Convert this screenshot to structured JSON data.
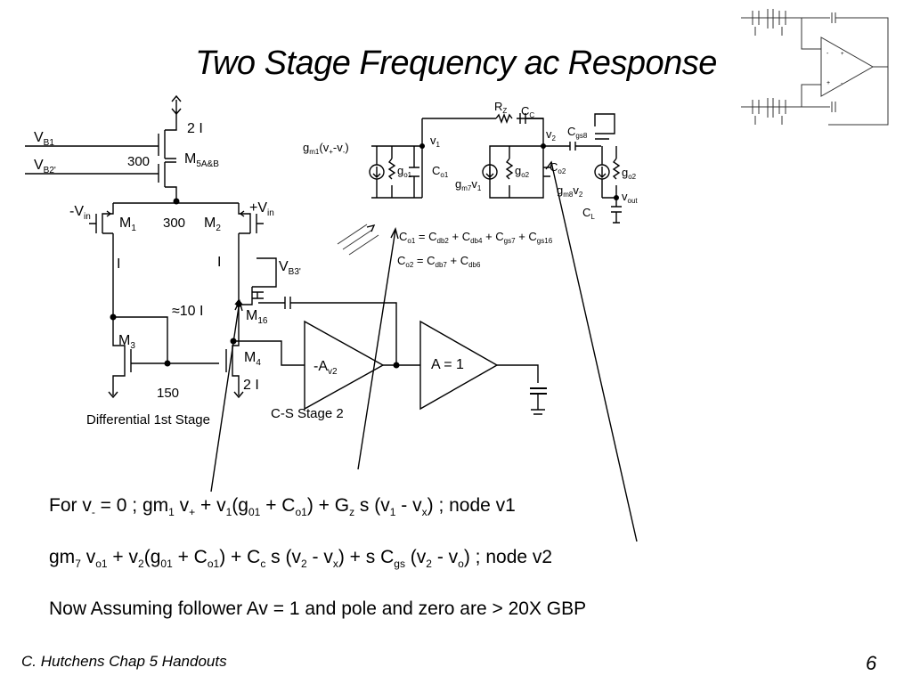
{
  "slide": {
    "title": "Two Stage Frequency ac Response",
    "footer_left": "C. Hutchens Chap 5 Handouts",
    "page_number": "6"
  },
  "circuit_left": {
    "vb1": [
      "V",
      "B1"
    ],
    "vb2": [
      "V",
      "B2'"
    ],
    "vb3": [
      "V",
      "B3'"
    ],
    "current_top": "2 I",
    "ratio_300_top": "300",
    "m5_label": [
      "M",
      "5A&B"
    ],
    "neg_vin": [
      "-V",
      "in"
    ],
    "pos_vin": [
      "+V",
      "in"
    ],
    "m1_label": [
      "M",
      "1"
    ],
    "ratio_300_mid": "300",
    "m2_label": [
      "M",
      "2"
    ],
    "i_left": "I",
    "i_right": "I",
    "approx_10i": "≈10 I",
    "m16_label": [
      "M",
      "16"
    ],
    "m3_label": [
      "M",
      "3"
    ],
    "m4_label": [
      "M",
      "4"
    ],
    "current_bottom": "2 I",
    "ratio_150": "150",
    "stage1_caption": "Differential 1st Stage",
    "amp_gain": [
      "-A",
      "v2"
    ],
    "stage2_caption": "C-S Stage 2",
    "follower_gain": "A = 1"
  },
  "small_signal": {
    "rz": [
      "R",
      "Z"
    ],
    "cc": [
      "C",
      "C"
    ],
    "v1": [
      "v",
      "1"
    ],
    "v2": [
      "v",
      "2"
    ],
    "cgs8": [
      "C",
      "gs8"
    ],
    "gm1_src": "g",
    "gm1_sub": "m1",
    "gm1_args": "(v",
    "gm1_p": "+",
    "gm1_mid": "-v",
    "gm1_m": "-",
    "gm1_end": ")",
    "go1": [
      "g",
      "o1"
    ],
    "co1": [
      "C",
      "o1"
    ],
    "gm7v1": [
      "g",
      "m7",
      "v",
      "1"
    ],
    "go2a": [
      "g",
      "o2"
    ],
    "co2": [
      "C",
      "o2"
    ],
    "gm8v2": [
      "g",
      "m8",
      "v",
      "2"
    ],
    "go2b": [
      "g",
      "o2"
    ],
    "vout": [
      "v",
      "out"
    ],
    "cl": [
      "C",
      "L"
    ],
    "co1_eq": "C",
    "co1_eq_sub": "o1",
    "co1_eq_rhs": [
      " = C",
      "db2",
      " + C",
      "db4",
      " + C",
      "gs7",
      " + C",
      "gs16"
    ],
    "co2_eq": "C",
    "co2_eq_sub": "o2",
    "co2_eq_rhs": [
      " = C",
      "db7",
      " + C",
      "db6"
    ]
  },
  "equations": {
    "line1": [
      "For v",
      "-",
      " = 0 ;  gm",
      "1",
      " v",
      "+",
      " + v",
      "1",
      "(g",
      "01",
      " + C",
      "o1",
      ") + G",
      "z",
      " s (v",
      "1",
      " - v",
      "x",
      ")  ; node v1"
    ],
    "line2": [
      "gm",
      "7",
      " v",
      "o1",
      " + v",
      "2",
      "(g",
      "01",
      " + C",
      "o1",
      ") + C",
      "c",
      " s (v",
      "2",
      " - v",
      "x",
      ") + s C",
      "gs",
      " (v",
      "2",
      " - v",
      "o",
      ") ; node v2"
    ],
    "line3": "Now Assuming follower Av = 1 and pole and zero are > 20X GBP"
  }
}
